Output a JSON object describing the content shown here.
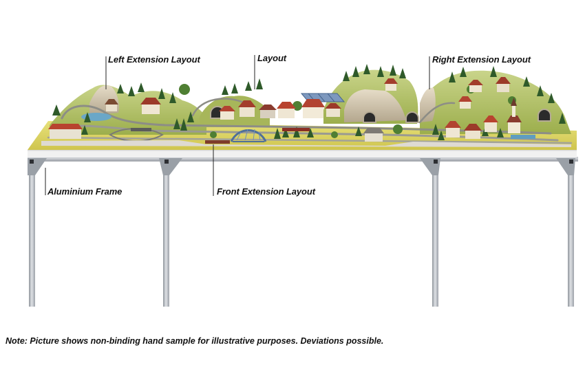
{
  "labels": {
    "left_extension": "Left Extension Layout",
    "layout": "Layout",
    "right_extension": "Right Extension Layout",
    "aluminium_frame": "Aluminium Frame",
    "front_extension": "Front Extension Layout"
  },
  "note": "Note: Picture shows non-binding hand sample for illustrative purposes. Deviations possible.",
  "colors": {
    "background": "#ffffff",
    "baseboard_top": "#d8cf5e",
    "baseboard_edge": "#efefef",
    "frame": "#b9bdc3",
    "text": "#111111"
  }
}
